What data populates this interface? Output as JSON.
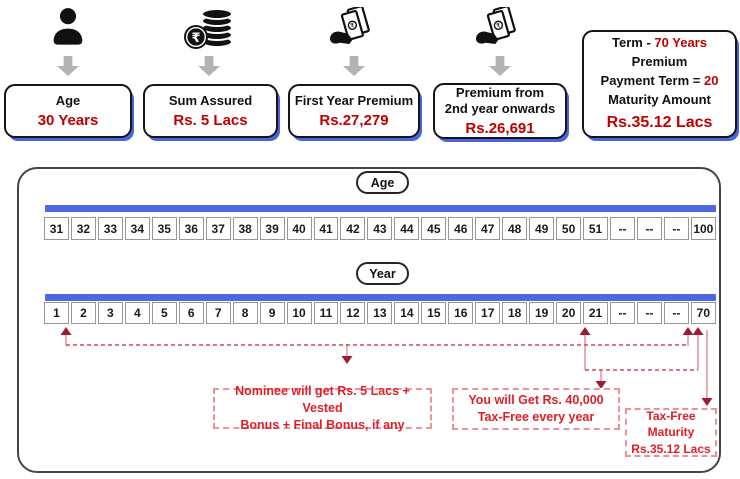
{
  "colors": {
    "accent_blue": "#4a63e0",
    "header_value_red": "#c00000",
    "annotation_red": "#e01f26",
    "arrowhead_maroon": "#9e1b32",
    "dashed_line_red": "#d04858",
    "stem_pink": "#e9a6ae",
    "gray_arrow": "#b3b3b3"
  },
  "header": {
    "icons": [
      "person-icon",
      "rupee-coins-icon",
      "money-in-hand-icon",
      "money-in-hand-icon"
    ],
    "cards": [
      {
        "title": "Age",
        "value": "30 Years"
      },
      {
        "title": "Sum Assured",
        "value": "Rs. 5 Lacs"
      },
      {
        "title": "First Year Premium",
        "value": "Rs.27,279"
      },
      {
        "title_line1": "Premium from",
        "title_line2": "2nd year onwards",
        "value": "Rs.26,691"
      }
    ],
    "term_card": {
      "term_label": "Term  - ",
      "term_value": "70 Years",
      "line2": "Premium",
      "ppt_label": "Payment Term = ",
      "ppt_value": "20",
      "line4": "Maturity Amount",
      "maturity_value": "Rs.35.12 Lacs"
    }
  },
  "timeline": {
    "age_label": "Age",
    "year_label": "Year",
    "age_cells": [
      "31",
      "32",
      "33",
      "34",
      "35",
      "36",
      "37",
      "38",
      "39",
      "40",
      "41",
      "42",
      "43",
      "44",
      "45",
      "46",
      "47",
      "48",
      "49",
      "50",
      "51",
      "--",
      "--",
      "--",
      "100"
    ],
    "year_cells": [
      "1",
      "2",
      "3",
      "4",
      "5",
      "6",
      "7",
      "8",
      "9",
      "10",
      "11",
      "12",
      "13",
      "14",
      "15",
      "16",
      "17",
      "18",
      "19",
      "20",
      "21",
      "--",
      "--",
      "--",
      "70"
    ]
  },
  "annotations": {
    "nominee": {
      "line1": "Nominee will get Rs. 5 Lacs + Vested",
      "line2": "Bonus + Final Bonus, if any"
    },
    "payout": {
      "line1": "You will Get Rs. 40,000",
      "line2": "Tax-Free every year"
    },
    "maturity": {
      "line1": "Tax-Free",
      "line2": "Maturity",
      "line3": "Rs.35.12 Lacs"
    }
  }
}
